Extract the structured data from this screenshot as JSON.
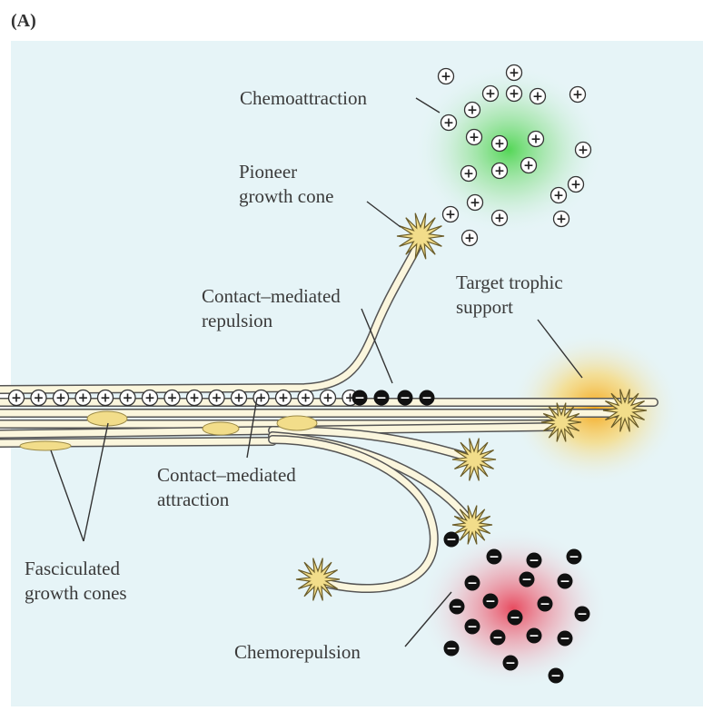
{
  "panel_label": "(A)",
  "labels": {
    "chemoattraction": "Chemoattraction",
    "pioneer": "Pioneer\ngrowth cone",
    "contact_repulsion": "Contact–mediated\nrepulsion",
    "target_trophic": "Target trophic\nsupport",
    "contact_attraction": "Contact–mediated\nattraction",
    "fasciculated": "Fasciculated\ngrowth cones",
    "chemorepulsion": "Chemorepulsion"
  },
  "symbols": {
    "plus": "+",
    "minus": "−"
  },
  "colors": {
    "background": "#e6f4f7",
    "attract_glow": "#3ad13a",
    "repel_glow": "#e8394f",
    "trophic_glow": "#f6b91a",
    "axon": "#fbf6dd",
    "axon_stroke": "#555555",
    "growth_cone": "#f2dd8a",
    "negative": "#111111"
  }
}
